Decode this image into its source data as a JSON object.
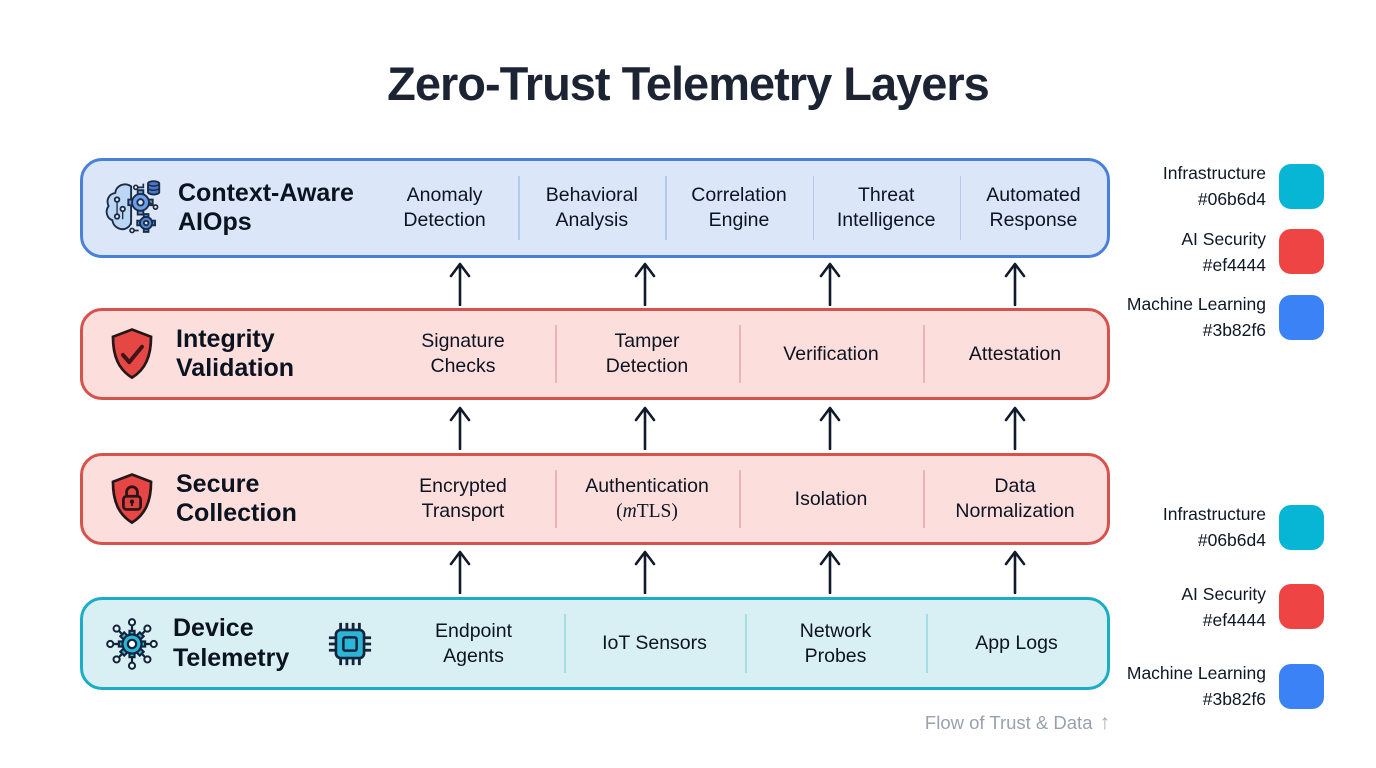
{
  "title": "Zero-Trust Telemetry Layers",
  "layers": [
    {
      "label": "Context-Aware AIOps",
      "icon": "ai-brain-gears-icon",
      "theme": "blue",
      "cells": [
        "Anomaly Detection",
        "Behavioral Analysis",
        "Correlation Engine",
        "Threat Intelligence",
        "Automated Response"
      ]
    },
    {
      "label": "Integrity Validation",
      "icon": "shield-check-icon",
      "theme": "red",
      "cells": [
        "Signature Checks",
        "Tamper Detection",
        "Verification",
        "Attestation"
      ]
    },
    {
      "label": "Secure Collection",
      "icon": "shield-lock-icon",
      "theme": "red",
      "cells": [
        "Encrypted Transport",
        {
          "lines": [
            [
              {
                "t": "Authentication"
              }
            ],
            [
              {
                "t": "(",
                "serif": true
              },
              {
                "t": "m",
                "serif": "italic"
              },
              {
                "t": "TLS)",
                "serif": true
              }
            ]
          ]
        },
        "Isolation",
        "Data Normalization"
      ]
    },
    {
      "label": "Device Telemetry",
      "icon": "iot-hub-icon",
      "extra_icon": "chip-icon",
      "theme": "teal",
      "cells": [
        "Endpoint Agents",
        "IoT Sensors",
        "Network Probes",
        "App Logs"
      ]
    }
  ],
  "legend": {
    "entries": [
      {
        "name": "Infrastructure",
        "hex": "#06b6d4"
      },
      {
        "name": "AI Security",
        "hex": "#ef4444"
      },
      {
        "name": "Machine Learning",
        "hex": "#3b82f6"
      }
    ]
  },
  "footer": {
    "flow_label": "Flow of Trust & Data",
    "flow_arrow": "↑"
  },
  "colors": {
    "layer_blue_fill": "#dbe7f8",
    "layer_blue_border": "#4a80d9",
    "layer_red_fill": "#fcdfdd",
    "layer_red_border": "#d5534c",
    "layer_teal_fill": "#d8f0f3",
    "layer_teal_border": "#1badc5",
    "arrow_stroke": "#111a2b",
    "title_text": "#1c2333",
    "flow_text": "#99a1ae"
  }
}
